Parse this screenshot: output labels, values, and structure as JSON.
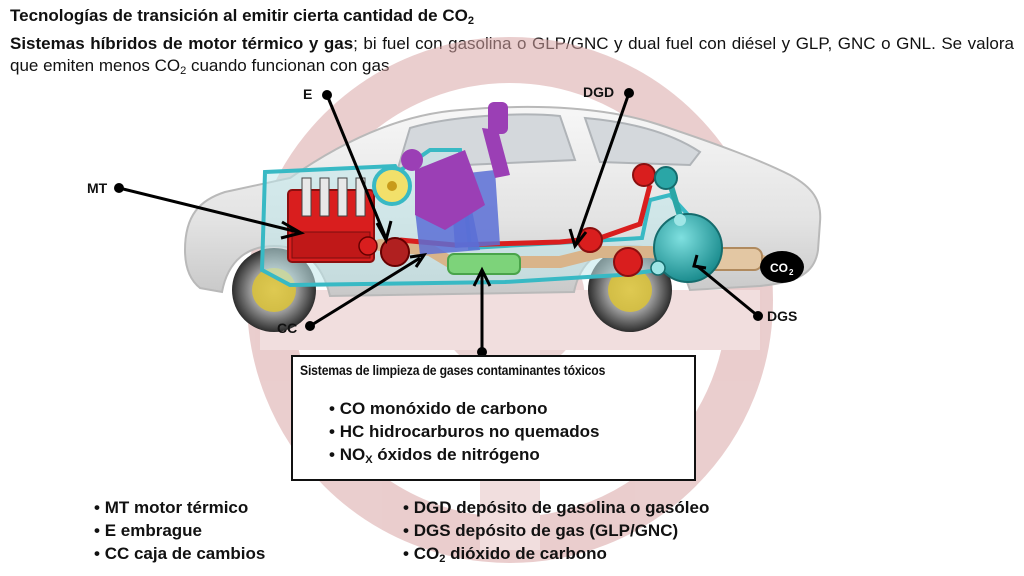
{
  "header": {
    "line1_text": "Tecnologías de transición al emitir cierta cantidad de CO",
    "line1_sub": "2",
    "line2_bold": "Sistemas híbridos de motor térmico y gas",
    "line2_text": "; bi fuel con gasolina o GLP/GNC y dual fuel con diésel y GLP, GNC o GNL. Se valora que emiten menos CO",
    "line2_sub": "2",
    "line2_end": " cuando funcionan con gas"
  },
  "callouts": {
    "e": "E",
    "mt": "MT",
    "cc": "CC",
    "dgd": "DGD",
    "dgs": "DGS",
    "co2_main": "CO",
    "co2_sub": "2"
  },
  "cleaning_box": {
    "title": "Sistemas de limpieza de gases contaminantes tóxicos",
    "items": [
      {
        "bullet": "•",
        "main": "CO monóxido de carbono",
        "sub": "",
        "rest": ""
      },
      {
        "bullet": "•",
        "main": "HC hidrocarburos no quemados",
        "sub": "",
        "rest": ""
      },
      {
        "bullet": "•",
        "main": "NO",
        "sub": "X",
        "rest": " óxidos de nitrógeno"
      }
    ]
  },
  "legend": {
    "left": [
      {
        "bullet": "•",
        "main": "MT motor térmico",
        "sub": "",
        "rest": ""
      },
      {
        "bullet": "•",
        "main": "E embrague",
        "sub": "",
        "rest": ""
      },
      {
        "bullet": "•",
        "main": "CC caja de cambios",
        "sub": "",
        "rest": ""
      }
    ],
    "right": [
      {
        "bullet": "•",
        "main": "DGD depósito de gasolina o gasóleo",
        "sub": "",
        "rest": ""
      },
      {
        "bullet": "•",
        "main": "DGS depósito de gas (GLP/GNC)",
        "sub": "",
        "rest": ""
      },
      {
        "bullet": "•",
        "main": "CO",
        "sub": "2",
        "rest": " dióxido de carbono"
      }
    ]
  },
  "colors": {
    "engine_red": "#d91e1e",
    "gas_tank_teal": "#2aa6a6",
    "body_cyan": "#38b9c4",
    "pipe_tan": "#d9b48a",
    "catalyst_green": "#7dd37a",
    "seat_purple": "#9b3fb5",
    "seat_blue": "#5b6fd6",
    "watermark_red": "#e8bcbc",
    "exhaust_black": "#000000"
  }
}
